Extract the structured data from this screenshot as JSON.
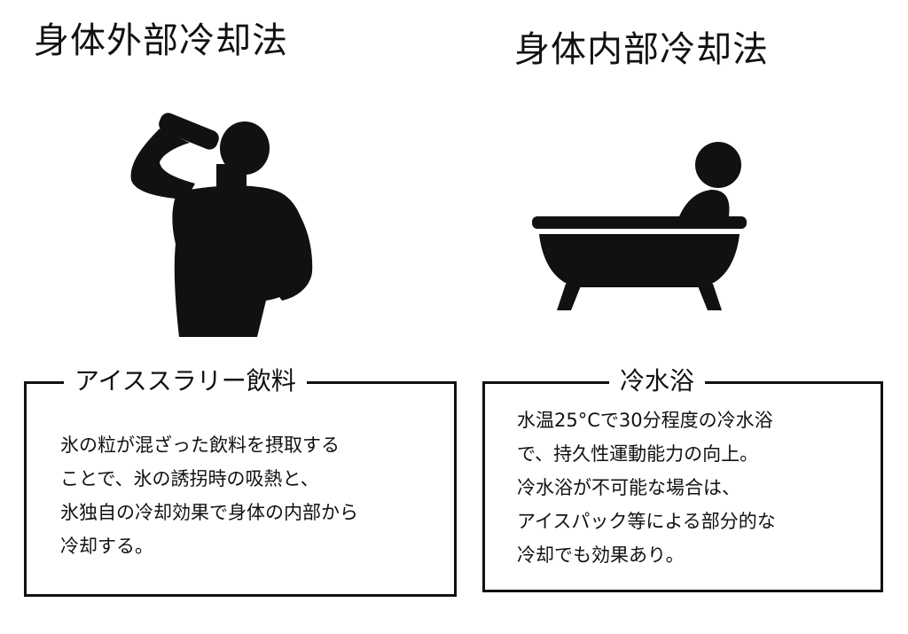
{
  "left_panel": {
    "title": "身体外部冷却法",
    "illustration_icon": "person-drinking-icon",
    "box_label": "アイススラリー飲料",
    "lines": [
      "氷の粒が混ざった飲料を摂取する",
      "ことで、氷の誘拐時の吸熱と、",
      "氷独自の冷却効果で身体の内部から",
      "冷却する。"
    ]
  },
  "right_panel": {
    "title": "身体内部冷却法",
    "illustration_icon": "bathtub-icon",
    "box_label": "冷水浴",
    "lines": [
      "水温25°Cで30分程度の冷水浴",
      "で、持久性運動能力の向上。",
      "冷水浴が不可能な場合は、",
      "アイスパック等による部分的な",
      "冷却でも効果あり。"
    ]
  },
  "colors": {
    "ink": "#111111",
    "background": "#ffffff"
  }
}
